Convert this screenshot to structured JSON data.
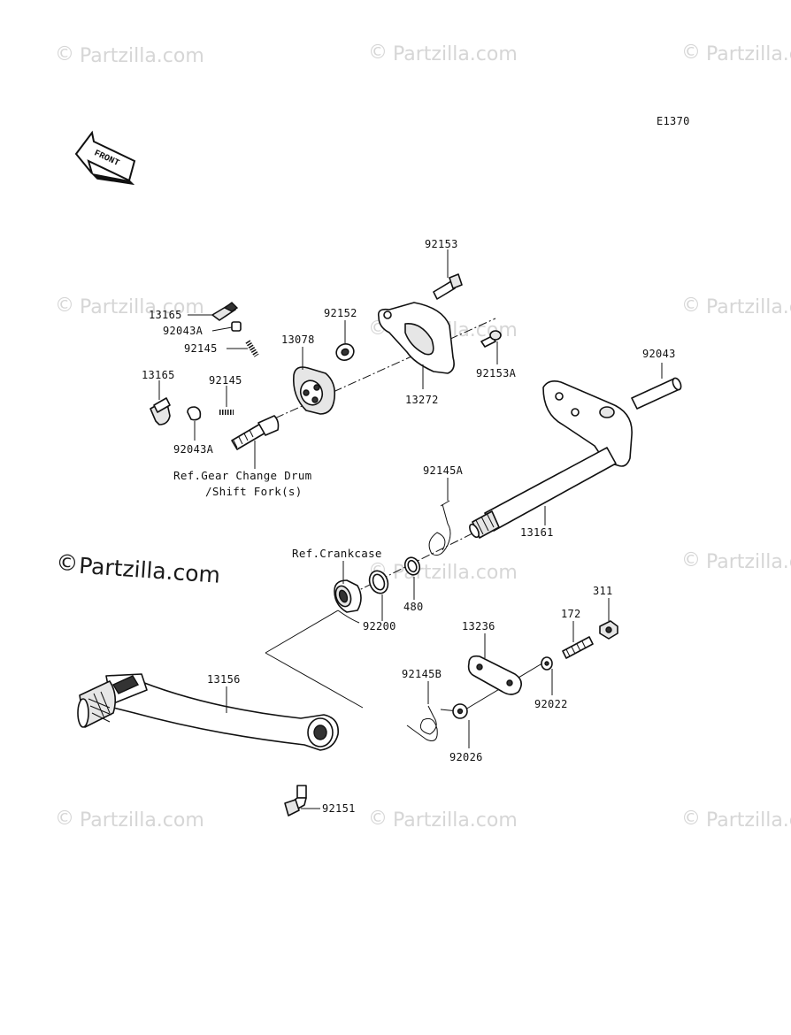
{
  "diagram": {
    "code": "E1370",
    "front_label": "FRONT",
    "watermark": "Partzilla.com",
    "watermark_main": "Partzilla.com",
    "parts": {
      "p92153": "92153",
      "p13165a": "13165",
      "p92043a_top": "92043A",
      "p92145_top": "92145",
      "p92152": "92152",
      "p13078": "13078",
      "p92153a": "92153A",
      "p13272": "13272",
      "p92043": "92043",
      "p13165b": "13165",
      "p92145_mid": "92145",
      "p92043a_bot": "92043A",
      "ref_drum_1": "Ref.Gear Change Drum",
      "ref_drum_2": "/Shift Fork(s)",
      "p92145a": "92145A",
      "p13161": "13161",
      "ref_crankcase": "Ref.Crankcase",
      "p480": "480",
      "p92200": "92200",
      "p311": "311",
      "p172": "172",
      "p13236": "13236",
      "p92145b": "92145B",
      "p92022": "92022",
      "p92026": "92026",
      "p13156": "13156",
      "p92151": "92151"
    }
  }
}
